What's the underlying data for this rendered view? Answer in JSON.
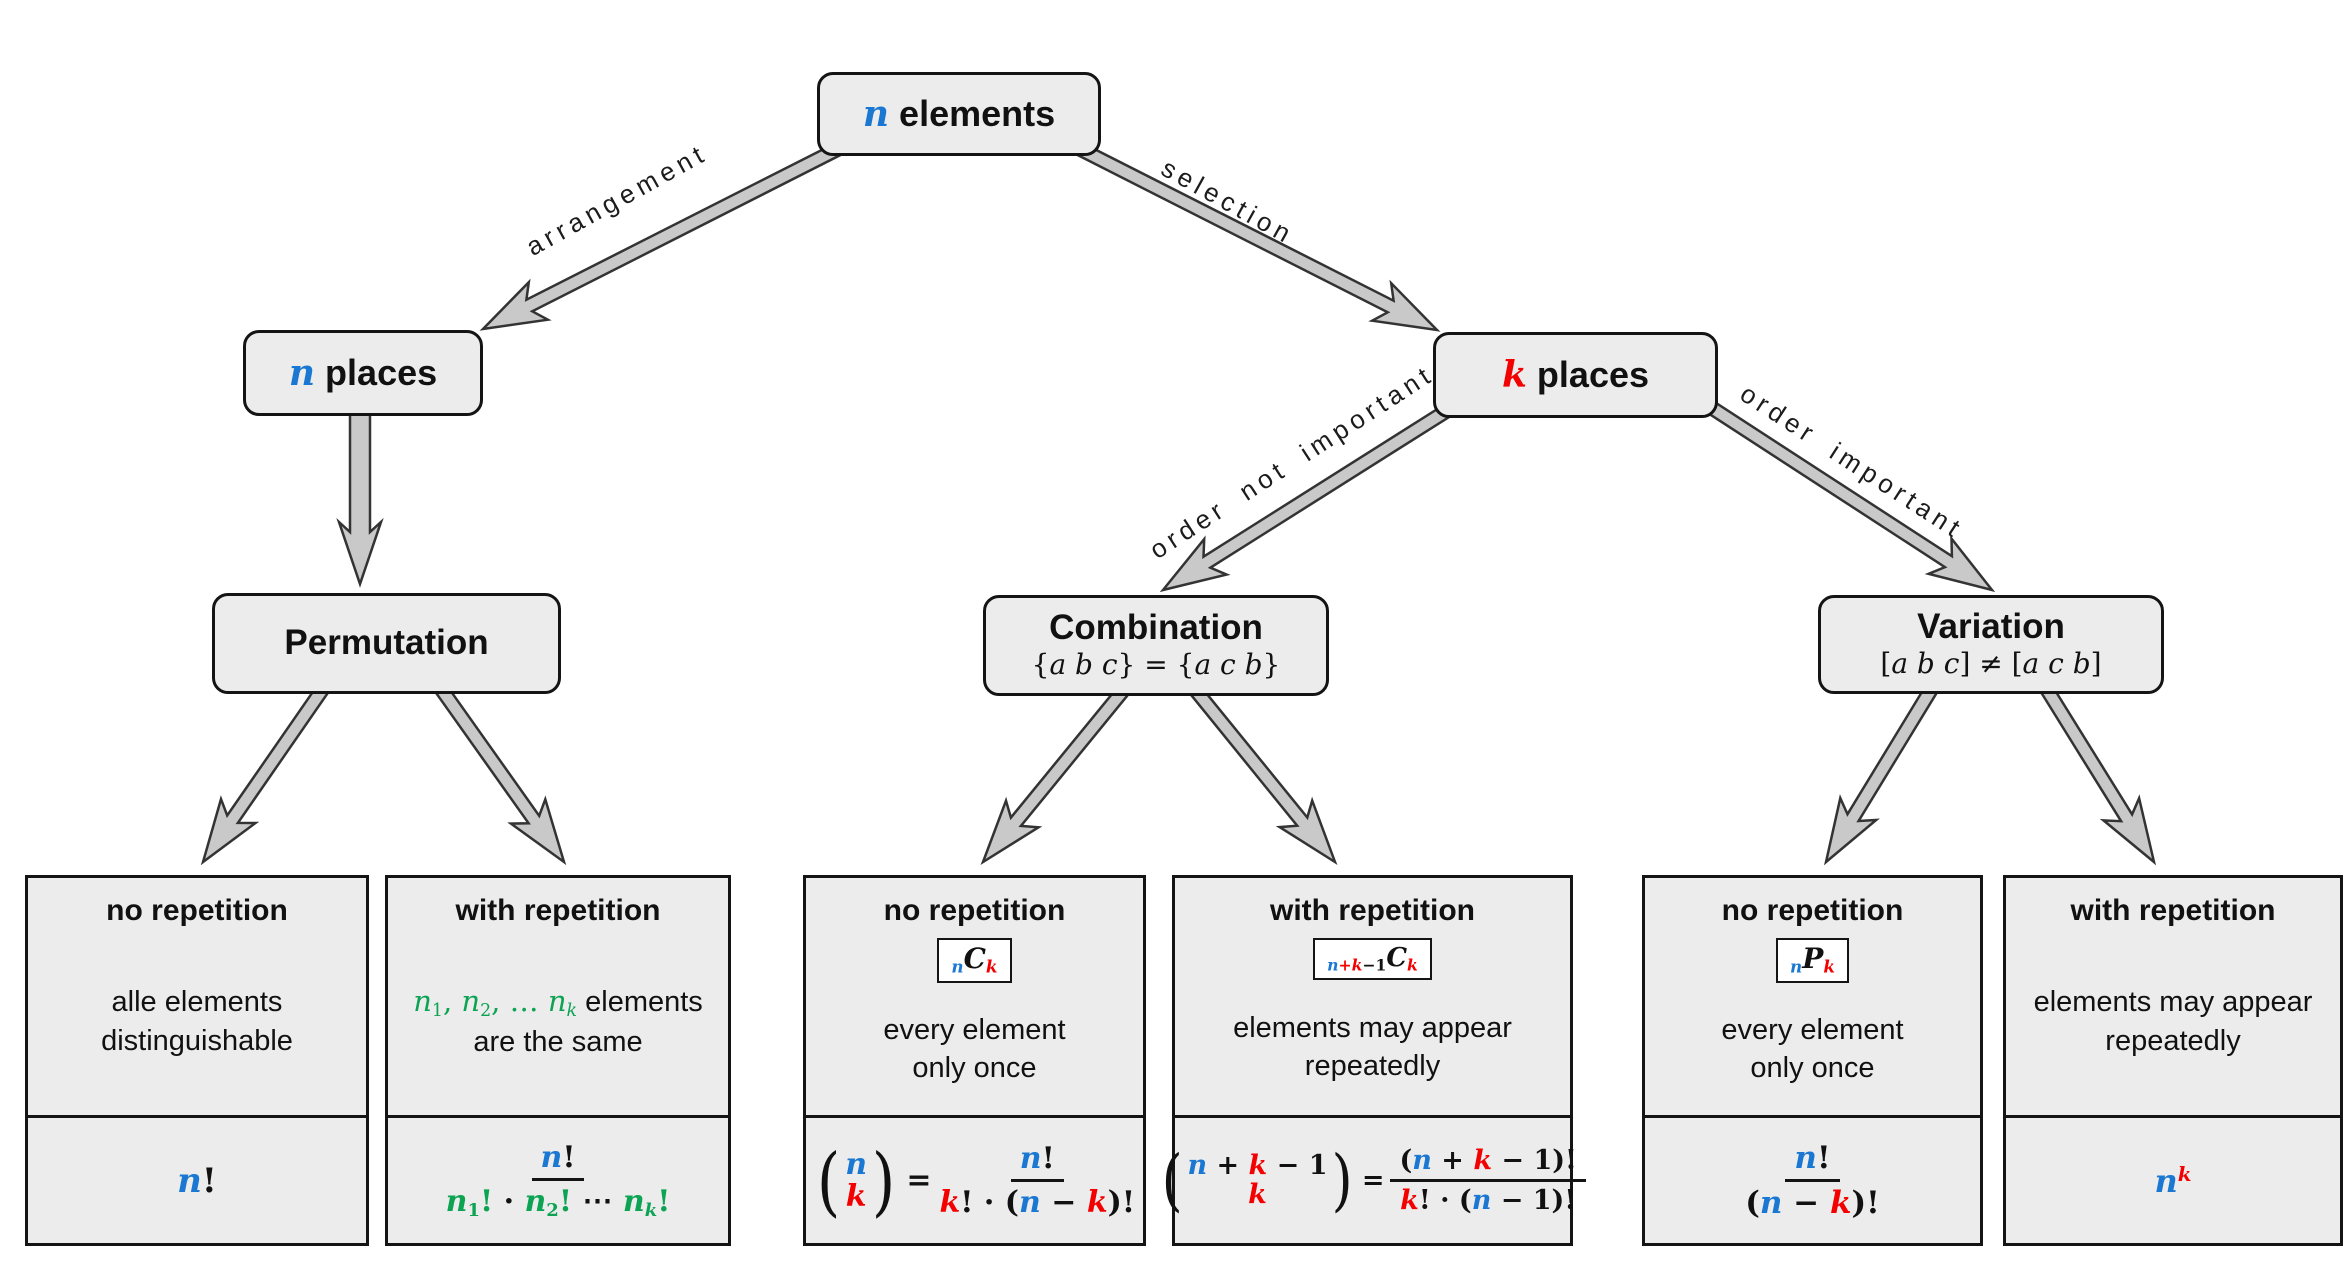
{
  "palette": {
    "math_blue": "#1b78d2",
    "math_red": "#f40000",
    "math_green": "#0ca353",
    "box_fill": "#ececec",
    "box_border": "#141414",
    "arrow_fill": "#c9c9c9",
    "badge_fill": "#ffffff"
  },
  "nodes": {
    "root": {
      "label": [
        {
          "t": "n",
          "c": "mi b"
        },
        {
          "t": " elements",
          "c": "bd"
        }
      ]
    },
    "n_places": {
      "label": [
        {
          "t": "n",
          "c": "mi b"
        },
        {
          "t": " places",
          "c": "bd"
        }
      ]
    },
    "k_places": {
      "label": [
        {
          "t": "k",
          "c": "mi r"
        },
        {
          "t": " places",
          "c": "bd"
        }
      ]
    },
    "permutation": {
      "title": "Permutation"
    },
    "combination": {
      "title": "Combination",
      "subtitle": [
        {
          "t": "{",
          "c": "mu rg"
        },
        {
          "t": "a b c",
          "c": "mi rg"
        },
        {
          "t": "} = {",
          "c": "mu rg"
        },
        {
          "t": "a c b",
          "c": "mi rg"
        },
        {
          "t": "}",
          "c": "mu rg"
        }
      ]
    },
    "variation": {
      "title": "Variation",
      "subtitle": [
        {
          "t": "[",
          "c": "mu rg"
        },
        {
          "t": "a b c",
          "c": "mi rg"
        },
        {
          "t": "] ≠ [",
          "c": "mu rg"
        },
        {
          "t": "a c b",
          "c": "mi rg"
        },
        {
          "t": "]",
          "c": "mu rg"
        }
      ]
    }
  },
  "edge_labels": {
    "arrangement": "arrangement",
    "selection": "selection",
    "order_not_important": "order not important",
    "order_important": "order important"
  },
  "leaves": [
    {
      "heading": "no repetition",
      "description": [
        [
          {
            "t": "alle elements",
            "c": "tx"
          }
        ],
        [
          {
            "t": "distinguishable",
            "c": "tx"
          }
        ]
      ],
      "formula": {
        "plain": [
          {
            "t": "n",
            "c": "mi b"
          },
          {
            "t": "!",
            "c": "mu"
          }
        ]
      }
    },
    {
      "heading": "with repetition",
      "description": [
        [
          {
            "t": "n",
            "c": "mi g rg"
          },
          {
            "t": "1",
            "c": "mu g rg sub"
          },
          {
            "t": ", ",
            "c": "mu g rg"
          },
          {
            "t": "n",
            "c": "mi g rg"
          },
          {
            "t": "2",
            "c": "mu g rg sub"
          },
          {
            "t": ", … ",
            "c": "mu g rg"
          },
          {
            "t": "n",
            "c": "mi g rg"
          },
          {
            "t": "k",
            "c": "mi g rg sub"
          },
          {
            "t": " elements",
            "c": "tx"
          }
        ],
        [
          {
            "t": "are the same",
            "c": "tx"
          }
        ]
      ],
      "formula": {
        "num": [
          {
            "t": "n",
            "c": "mi b"
          },
          {
            "t": "!",
            "c": "mu"
          }
        ],
        "den": [
          {
            "t": "n",
            "c": "mi g"
          },
          {
            "t": "1",
            "c": "mu g sub"
          },
          {
            "t": "!",
            "c": "mu g"
          },
          {
            "t": " · ",
            "c": "mu"
          },
          {
            "t": "n",
            "c": "mi g"
          },
          {
            "t": "2",
            "c": "mu g sub"
          },
          {
            "t": "!",
            "c": "mu g"
          },
          {
            "t": " ⋯ ",
            "c": "mu"
          },
          {
            "t": "n",
            "c": "mi g"
          },
          {
            "t": "k",
            "c": "mi g sub"
          },
          {
            "t": "!",
            "c": "mu g"
          }
        ]
      }
    },
    {
      "heading": "no repetition",
      "badge": [
        {
          "t": "n",
          "c": "mi b sub"
        },
        {
          "t": "C",
          "c": "mi"
        },
        {
          "t": "k",
          "c": "mi r sub"
        }
      ],
      "description": [
        [
          {
            "t": "every element",
            "c": "tx"
          }
        ],
        [
          {
            "t": "only once",
            "c": "tx"
          }
        ]
      ],
      "formula": {
        "binom_top": [
          {
            "t": "n",
            "c": "mi b"
          }
        ],
        "binom_bottom": [
          {
            "t": "k",
            "c": "mi r"
          }
        ],
        "equals": [
          {
            "t": "=",
            "c": "mu"
          }
        ],
        "num": [
          {
            "t": "n",
            "c": "mi b"
          },
          {
            "t": "!",
            "c": "mu"
          }
        ],
        "den": [
          {
            "t": "k",
            "c": "mi r"
          },
          {
            "t": "! · (",
            "c": "mu"
          },
          {
            "t": "n",
            "c": "mi b"
          },
          {
            "t": " − ",
            "c": "mu"
          },
          {
            "t": "k",
            "c": "mi r"
          },
          {
            "t": ")!",
            "c": "mu"
          }
        ]
      }
    },
    {
      "heading": "with repetition",
      "badge": [
        {
          "t": "n",
          "c": "mi b sub"
        },
        {
          "t": "+",
          "c": "mu r sub"
        },
        {
          "t": "k",
          "c": "mi r sub"
        },
        {
          "t": "−1",
          "c": "mu sub"
        },
        {
          "t": "C",
          "c": "mi"
        },
        {
          "t": "k",
          "c": "mi r sub"
        }
      ],
      "description": [
        [
          {
            "t": "elements may appear",
            "c": "tx"
          }
        ],
        [
          {
            "t": "repeatedly",
            "c": "tx"
          }
        ]
      ],
      "formula": {
        "binom_top": [
          {
            "t": "n",
            "c": "mi b"
          },
          {
            "t": " + ",
            "c": "mu"
          },
          {
            "t": "k",
            "c": "mi r"
          },
          {
            "t": " − 1",
            "c": "mu"
          }
        ],
        "binom_bottom": [
          {
            "t": "k",
            "c": "mi r"
          }
        ],
        "equals": [
          {
            "t": "=",
            "c": "mu"
          }
        ],
        "num": [
          {
            "t": "(",
            "c": "mu"
          },
          {
            "t": "n",
            "c": "mi b"
          },
          {
            "t": " + ",
            "c": "mu"
          },
          {
            "t": "k",
            "c": "mi r"
          },
          {
            "t": " − 1",
            "c": "mu"
          },
          {
            "t": ")!",
            "c": "mu"
          }
        ],
        "den": [
          {
            "t": "k",
            "c": "mi r"
          },
          {
            "t": "! · (",
            "c": "mu"
          },
          {
            "t": "n",
            "c": "mi b"
          },
          {
            "t": " − 1)!",
            "c": "mu"
          }
        ]
      }
    },
    {
      "heading": "no repetition",
      "badge": [
        {
          "t": "n",
          "c": "mi b sub"
        },
        {
          "t": "P",
          "c": "mi"
        },
        {
          "t": "k",
          "c": "mi r sub"
        }
      ],
      "description": [
        [
          {
            "t": "every element",
            "c": "tx"
          }
        ],
        [
          {
            "t": "only once",
            "c": "tx"
          }
        ]
      ],
      "formula": {
        "num": [
          {
            "t": "n",
            "c": "mi b"
          },
          {
            "t": "!",
            "c": "mu"
          }
        ],
        "den": [
          {
            "t": "(",
            "c": "mu"
          },
          {
            "t": "n",
            "c": "mi b"
          },
          {
            "t": " − ",
            "c": "mu"
          },
          {
            "t": "k",
            "c": "mi r"
          },
          {
            "t": ")!",
            "c": "mu"
          }
        ]
      }
    },
    {
      "heading": "with repetition",
      "description": [
        [
          {
            "t": "elements may appear",
            "c": "tx"
          }
        ],
        [
          {
            "t": "repeatedly",
            "c": "tx"
          }
        ]
      ],
      "formula": {
        "plain": [
          {
            "t": "n",
            "c": "mi b"
          },
          {
            "t": "k",
            "c": "mi r sup"
          }
        ]
      }
    }
  ]
}
